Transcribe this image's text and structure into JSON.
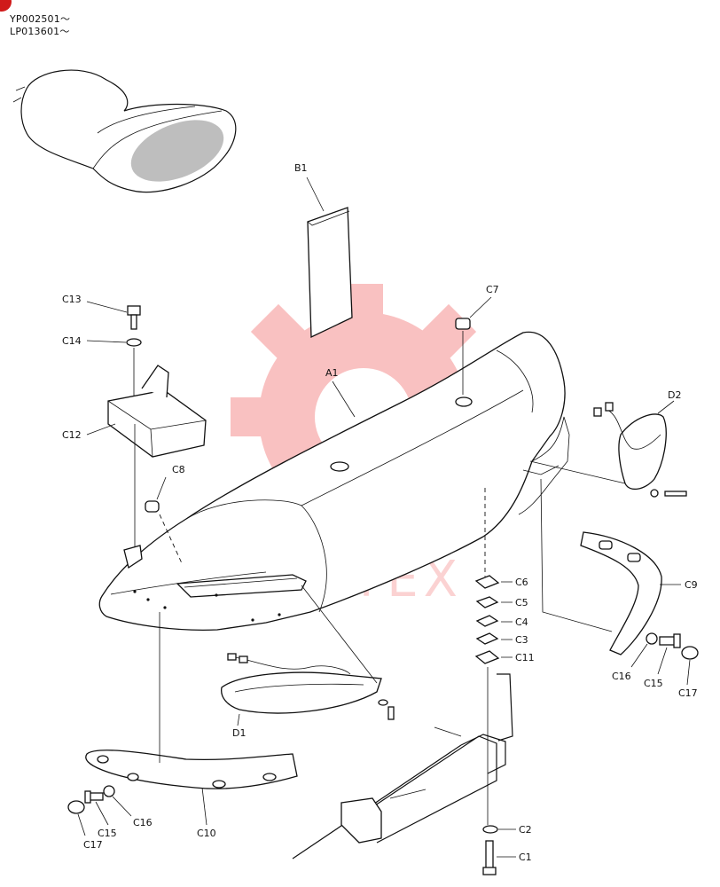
{
  "header": {
    "serial_1": "YP002501～",
    "serial_2": "LP013601～"
  },
  "watermark": {
    "text": "ИНТЕХ",
    "color": "#f05050"
  },
  "labels": {
    "A1": "A1",
    "B1": "B1",
    "C1": "C1",
    "C2": "C2",
    "C3": "C3",
    "C4": "C4",
    "C5": "C5",
    "C6": "C6",
    "C7": "C7",
    "C8": "C8",
    "C9": "C9",
    "C10": "C10",
    "C11": "C11",
    "C12": "C12",
    "C13": "C13",
    "C14": "C14",
    "C15a": "C15",
    "C15b": "C15",
    "C16a": "C16",
    "C16b": "C16",
    "C17a": "C17",
    "C17b": "C17",
    "D1": "D1",
    "D2": "D2"
  }
}
